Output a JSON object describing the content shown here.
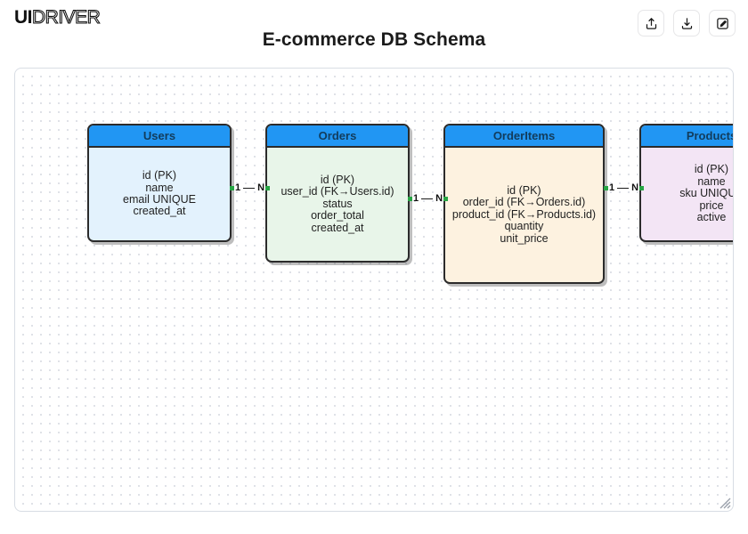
{
  "brand": {
    "bold": "UI",
    "outline": "DRIVER"
  },
  "header": {
    "title": "E-commerce DB Schema",
    "actions": [
      {
        "name": "share-button",
        "icon": "share-icon",
        "label": "Share"
      },
      {
        "name": "download-button",
        "icon": "download-icon",
        "label": "Download"
      },
      {
        "name": "edit-button",
        "icon": "edit-pencil-icon",
        "label": "Edit"
      }
    ]
  },
  "canvas": {
    "grid": true,
    "resize_handle": "resize-grip-icon"
  },
  "diagram": {
    "type": "er-diagram",
    "entities": [
      {
        "name": "Users",
        "header_color": "#2196f3",
        "body_color": "#e3f2fd",
        "fields": [
          "id (PK)",
          "name",
          "email UNIQUE",
          "created_at"
        ]
      },
      {
        "name": "Orders",
        "header_color": "#2196f3",
        "body_color": "#e8f5e9",
        "fields": [
          "id (PK)",
          "user_id (FK→Users.id)",
          "status",
          "order_total",
          "created_at"
        ]
      },
      {
        "name": "OrderItems",
        "header_color": "#2196f3",
        "body_color": "#fdf2e0",
        "fields": [
          "id (PK)",
          "order_id (FK→Orders.id)",
          "product_id (FK→Products.id)",
          "quantity",
          "unit_price"
        ]
      },
      {
        "name": "Products",
        "header_color": "#2196f3",
        "body_color": "#f3e5f5",
        "fields": [
          "id (PK)",
          "name",
          "sku UNIQUE",
          "price",
          "active"
        ]
      }
    ],
    "relationships": [
      {
        "from": "Users",
        "to": "Orders",
        "from_card": "1",
        "to_card": "N"
      },
      {
        "from": "Orders",
        "to": "OrderItems",
        "from_card": "1",
        "to_card": "N"
      },
      {
        "from": "OrderItems",
        "to": "Products",
        "from_card": "1",
        "to_card": "N"
      }
    ]
  }
}
